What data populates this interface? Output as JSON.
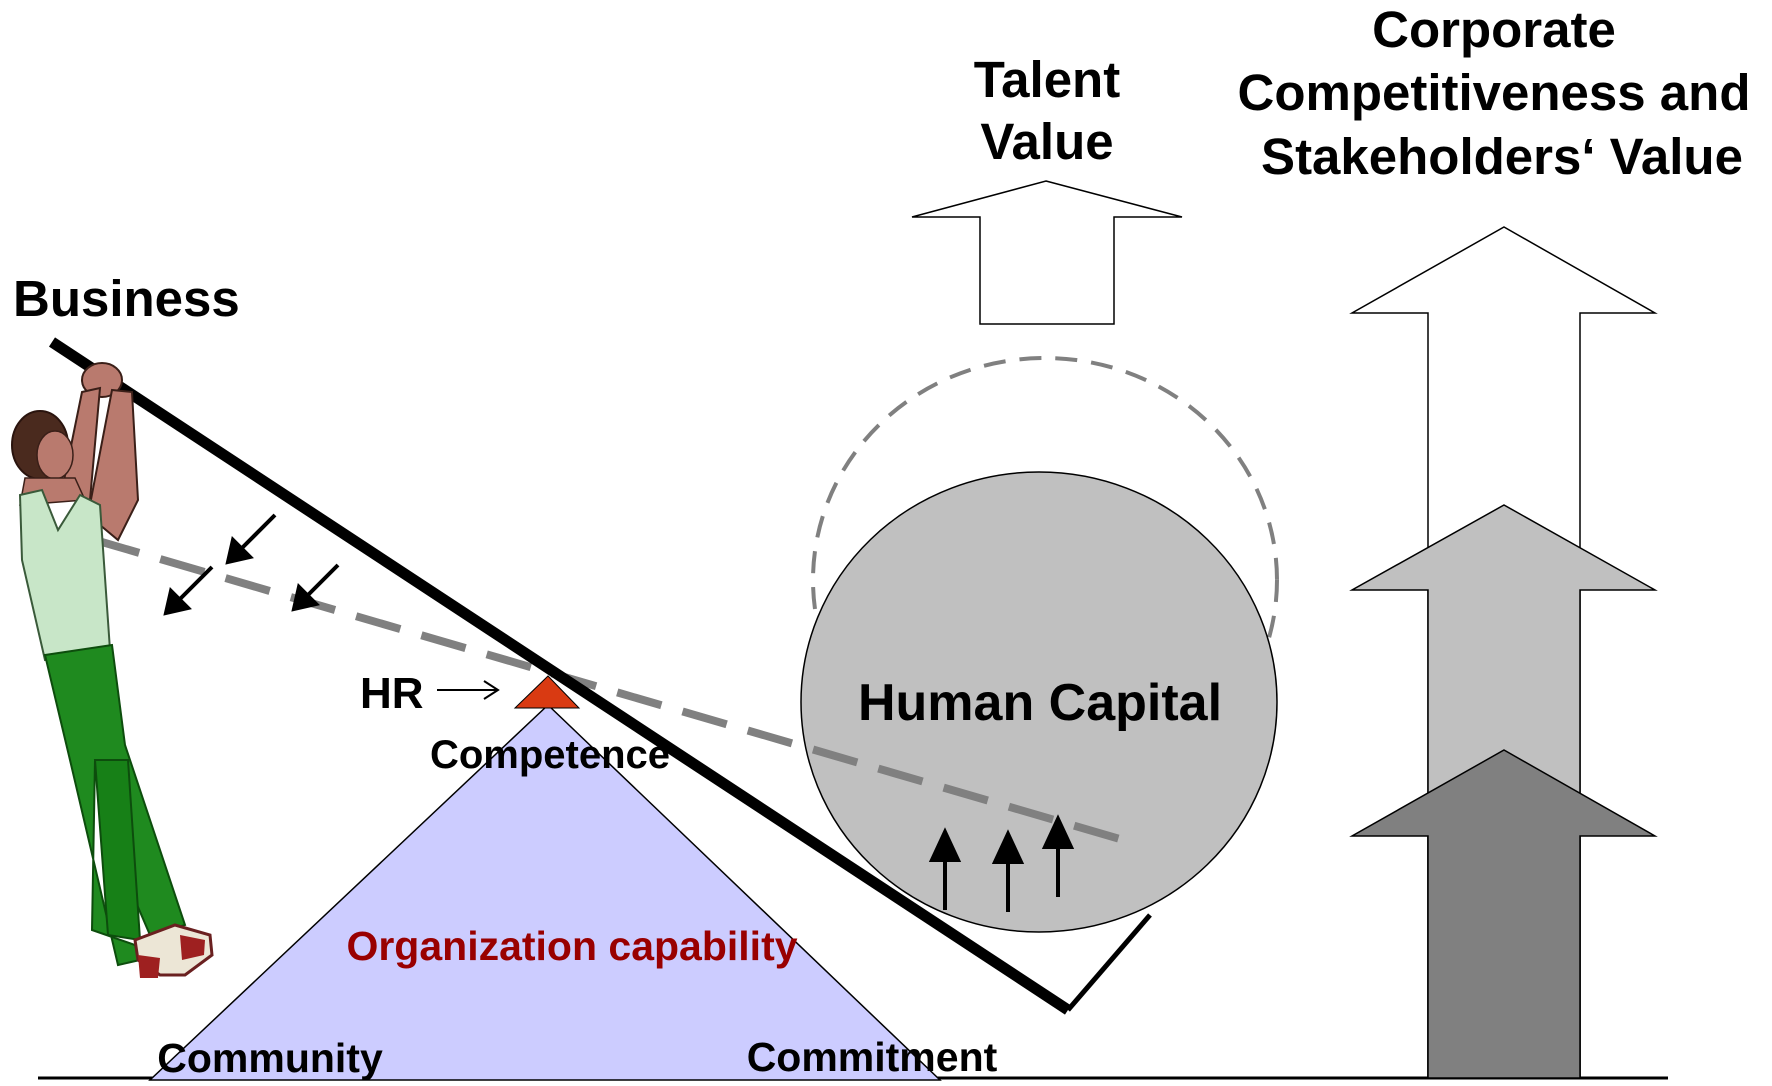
{
  "labels": {
    "business": "Business",
    "hr": "HR",
    "competence": "Competence",
    "organization_capability": "Organization capability",
    "community": "Community",
    "commitment": "Commitment",
    "human_capital": "Human Capital",
    "talent_value_line1": "Talent",
    "talent_value_line2": "Value",
    "corporate_line1": "Corporate",
    "corporate_line2": "Competitiveness and",
    "corporate_line3": "Stakeholders‘ Value"
  },
  "colors": {
    "pyramid_fill": "#ccccff",
    "fulcrum_fill": "#d93a12",
    "organization_capability_text": "#990000",
    "human_capital_fill": "#c0c0c0",
    "dashed_line": "#808080",
    "arrow_light": "#ffffff",
    "arrow_mid": "#c0c0c0",
    "arrow_dark": "#808080",
    "skin": "#b97a6e",
    "shirt": "#c8e6c8",
    "pants": "#1f8a1f"
  },
  "icons": {
    "person": "person-pulling-lever-icon",
    "hr_pointer": "arrow-right-icon"
  }
}
